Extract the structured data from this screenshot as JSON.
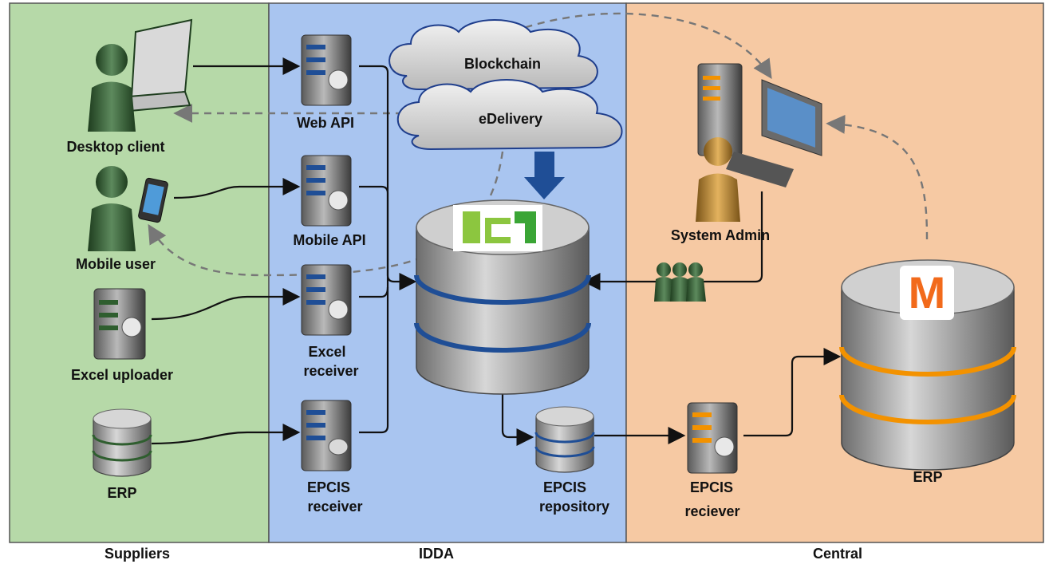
{
  "zones": {
    "suppliers": {
      "title": "Suppliers",
      "color": "#b6d9a8"
    },
    "idda": {
      "title": "IDDA",
      "color": "#a9c5f0"
    },
    "central": {
      "title": "Central",
      "color": "#f6c9a3"
    }
  },
  "suppliers": {
    "desktop_client": "Desktop client",
    "mobile_user": "Mobile user",
    "excel_uploader": "Excel uploader",
    "erp": "ERP"
  },
  "idda": {
    "web_api": "Web API",
    "mobile_api": "Mobile API",
    "excel_receiver_1": "Excel",
    "excel_receiver_2": "receiver",
    "epcis_receiver_1": "EPCIS",
    "epcis_receiver_2": "receiver",
    "epcis_repository_1": "EPCIS",
    "epcis_repository_2": "repository",
    "blockchain": "Blockchain",
    "edelivery": "eDelivery"
  },
  "central": {
    "system_admin": "System Admin",
    "epcis_reciever_1": "EPCIS",
    "epcis_reciever_2": "reciever",
    "erp": "ERP",
    "erp_logo": "M"
  },
  "colors": {
    "accent_blue": "#1f4e96",
    "accent_orange": "#f39200",
    "logo_green": "#8cc63f"
  }
}
